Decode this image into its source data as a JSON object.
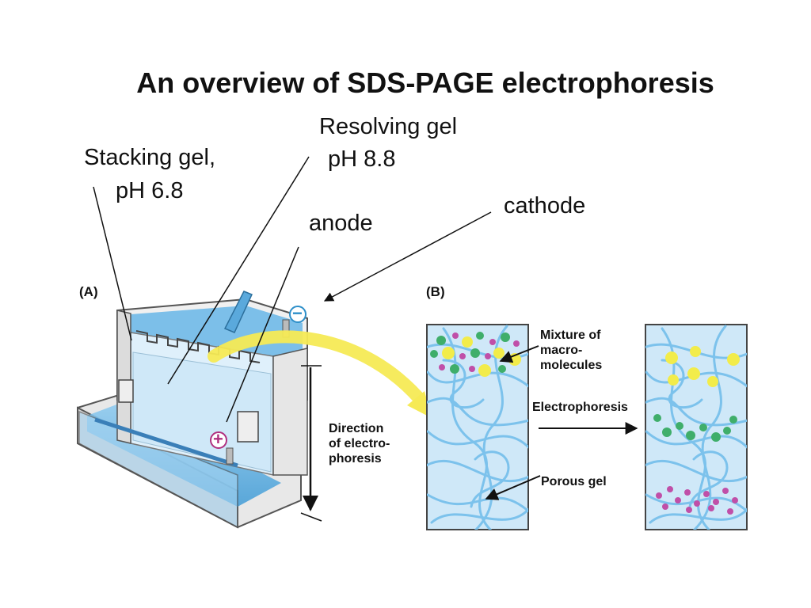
{
  "title": "An overview of SDS-PAGE electrophoresis",
  "labels": {
    "stacking_line1": "Stacking gel,",
    "stacking_line2": "pH 6.8",
    "resolving_line1": "Resolving gel",
    "resolving_line2": "pH 8.8",
    "anode": "anode",
    "cathode": "cathode"
  },
  "panel_a": {
    "tag": "(A)",
    "direction_line1": "Direction",
    "direction_line2": "of electro-",
    "direction_line3": "phoresis",
    "plus_sign": "+",
    "minus_sign": "−"
  },
  "panel_b": {
    "tag": "(B)",
    "mixture_line1": "Mixture of",
    "mixture_line2": "macro-",
    "mixture_line3": "molecules",
    "electrophoresis": "Electrophoresis",
    "porous_gel": "Porous gel"
  },
  "colors": {
    "gel_blue": "#bfe0f5",
    "buffer_blue": "#5aaee0",
    "fiber_blue": "#7cc2ec",
    "arrow_yellow": "#f6ea55",
    "particle_yellow": "#f2ec4a",
    "particle_green": "#3fae6a",
    "particle_purple": "#c04fa8"
  }
}
